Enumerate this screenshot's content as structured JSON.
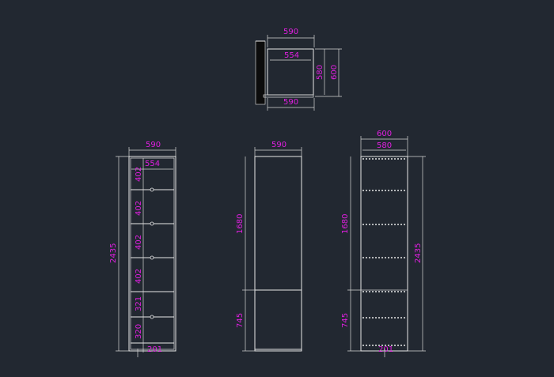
{
  "plan": {
    "top_width": "590",
    "inner_width": "554",
    "bottom_width": "590",
    "inner_depth": "580",
    "outer_depth": "600"
  },
  "front_open": {
    "width": "590",
    "inner_width": "554",
    "height": "2435",
    "compartments": [
      "402",
      "402",
      "402",
      "402",
      "321",
      "320"
    ],
    "plinth": "201"
  },
  "front_closed": {
    "width": "590",
    "upper_door": "1680",
    "lower_door": "745"
  },
  "side": {
    "outer_depth": "600",
    "inner_depth": "580",
    "upper": "1680",
    "lower": "745",
    "height": "2435",
    "plinth": "201"
  },
  "colors": {
    "background": "#222831",
    "linework": "#e8e8e8",
    "dimension_text": "#e01fe0"
  }
}
